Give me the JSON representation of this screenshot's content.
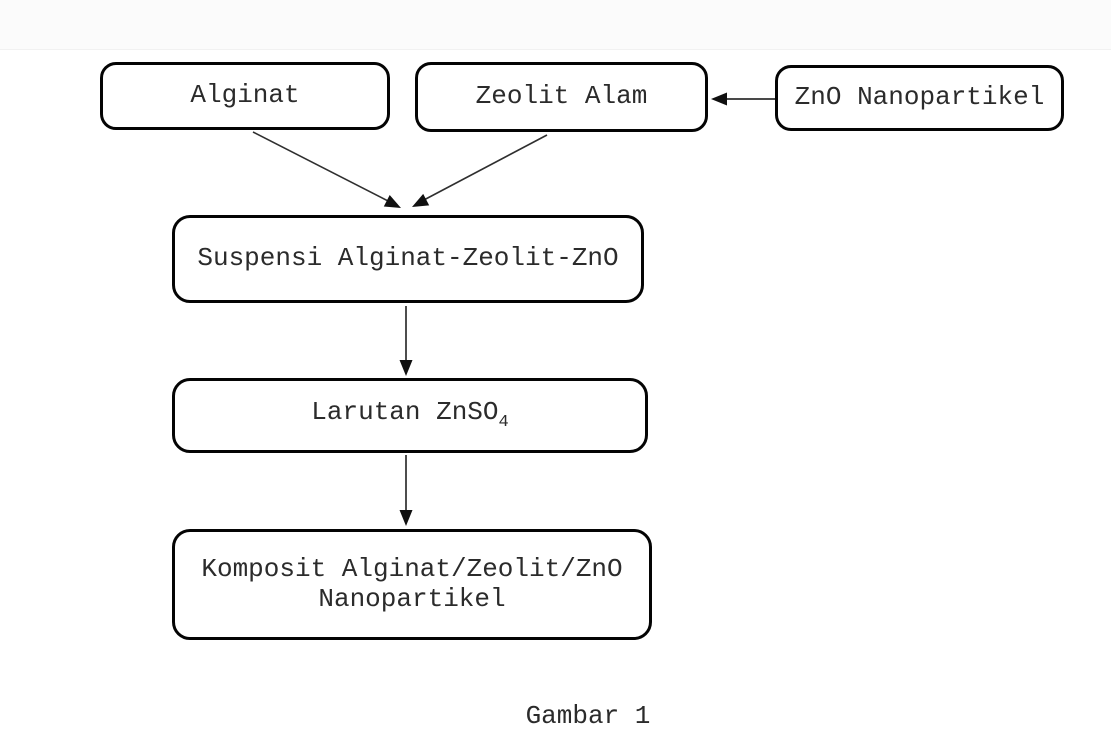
{
  "page": {
    "background_color": "#ffffff",
    "top_strip_color": "#fbfbfb"
  },
  "diagram": {
    "type": "flowchart",
    "caption": "Gambar 1",
    "colors": {
      "box_border": "#040404",
      "box_fill": "#ffffff",
      "text": "#2b2b2b",
      "line": "#2f2f2f",
      "arrowhead": "#101010"
    },
    "nodes": [
      {
        "id": "alginat",
        "label": "Alginat"
      },
      {
        "id": "zeolit",
        "label": "Zeolit Alam"
      },
      {
        "id": "zno",
        "label": "ZnO Nanopartikel"
      },
      {
        "id": "suspensi",
        "label": "Suspensi Alginat-Zeolit-ZnO"
      },
      {
        "id": "larutan",
        "label_main": "Larutan ZnSO",
        "label_subscript": "4"
      },
      {
        "id": "komposit",
        "label_line1": "Komposit Alginat/Zeolit/ZnO",
        "label_line2": "Nanopartikel"
      }
    ],
    "edges": [
      {
        "from": "zno",
        "to": "zeolit",
        "direction": "left"
      },
      {
        "from": "alginat",
        "to": "suspensi",
        "direction": "down-right"
      },
      {
        "from": "zeolit",
        "to": "suspensi",
        "direction": "down-left"
      },
      {
        "from": "suspensi",
        "to": "larutan",
        "direction": "down"
      },
      {
        "from": "larutan",
        "to": "komposit",
        "direction": "down"
      }
    ]
  }
}
